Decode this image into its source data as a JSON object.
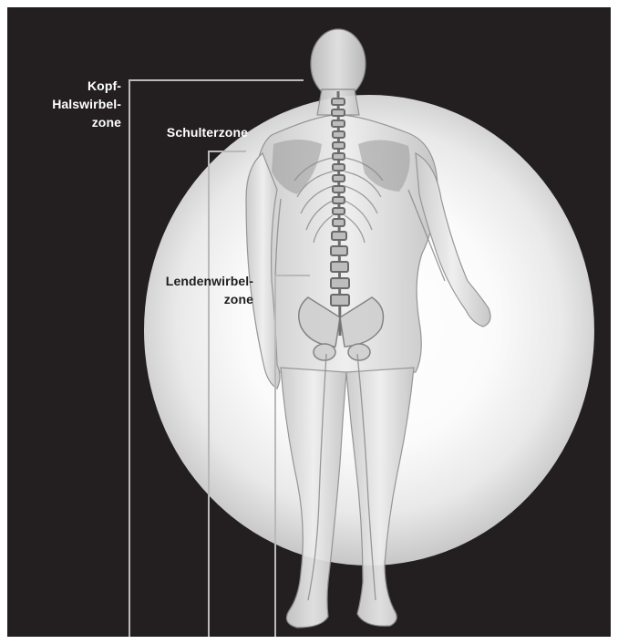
{
  "zones": {
    "neck": {
      "line1": "Kopf-",
      "line2": "Halswirbel-",
      "line3": "zone"
    },
    "shoulder": {
      "line1": "Schulterzone"
    },
    "lumbar": {
      "line1": "Lendenwirbel-",
      "line2": "zone"
    }
  },
  "colors": {
    "background": "#231f20",
    "glow": "#ffffff",
    "leader_line": "#b9b9b9",
    "label_text": "#ffffff"
  }
}
